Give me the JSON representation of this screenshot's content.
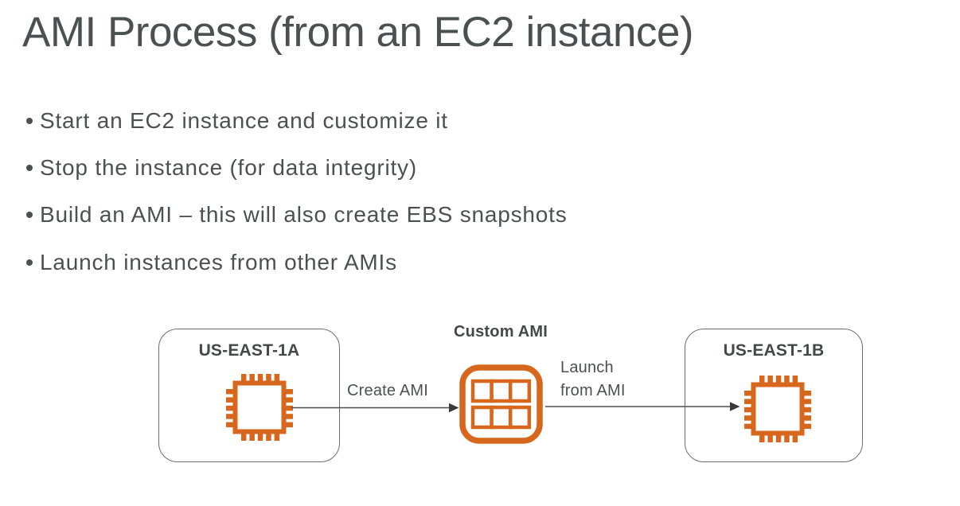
{
  "title": "AMI Process (from an EC2 instance)",
  "bullets": [
    "Start an EC2 instance and customize it",
    "Stop the instance (for data integrity)",
    "Build an AMI – this will also create EBS snapshots",
    "Launch instances from other AMIs"
  ],
  "diagram": {
    "az_left": {
      "label": "US-EAST-1A",
      "icon": "ec2-instance-icon"
    },
    "az_right": {
      "label": "US-EAST-1B",
      "icon": "ec2-instance-icon"
    },
    "custom_ami": {
      "label": "Custom AMI",
      "icon": "ami-icon"
    },
    "arrow_create": {
      "label": "Create AMI"
    },
    "arrow_launch": {
      "label": "Launch\nfrom AMI"
    },
    "colors": {
      "aws_orange": "#D8671E",
      "body_text": "#4B5152",
      "label_text": "#434849",
      "box_border": "#6D6D6D",
      "arrow_line": "#4F4F4F"
    }
  }
}
